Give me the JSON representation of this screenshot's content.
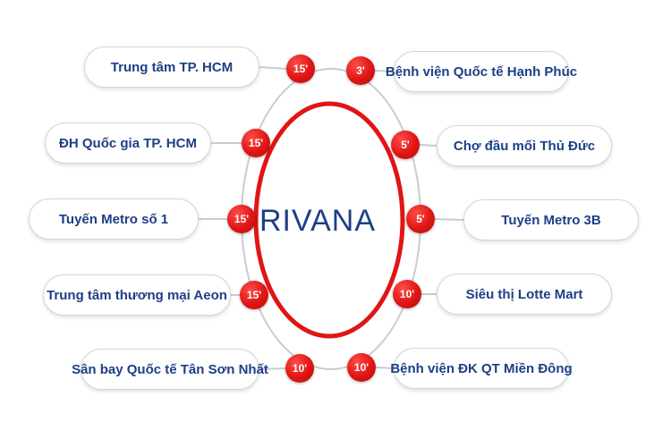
{
  "center": {
    "title": "RIVANA"
  },
  "left": [
    {
      "label": "Trung tâm TP. HCM",
      "time": "15'"
    },
    {
      "label": "ĐH Quốc gia TP. HCM",
      "time": "15'"
    },
    {
      "label": "Tuyến Metro số 1",
      "time": "15'"
    },
    {
      "label": "Trung tâm thương mại Aeon",
      "time": "15'"
    },
    {
      "label": "Sân bay Quốc tế Tân Sơn Nhất",
      "time": "10'"
    }
  ],
  "right": [
    {
      "label": "Bệnh viện Quốc tế Hạnh Phúc",
      "time": "3'"
    },
    {
      "label": "Chợ đầu mối Thủ Đức",
      "time": "5'"
    },
    {
      "label": "Tuyến Metro 3B",
      "time": "5'"
    },
    {
      "label": "Siêu thị Lotte Mart",
      "time": "10'"
    },
    {
      "label": "Bệnh viện ĐK QT Miền Đông",
      "time": "10'"
    }
  ],
  "colors": {
    "accent_red": "#e01515",
    "text_navy": "#1d3f86",
    "connector": "#c9ccd1"
  }
}
